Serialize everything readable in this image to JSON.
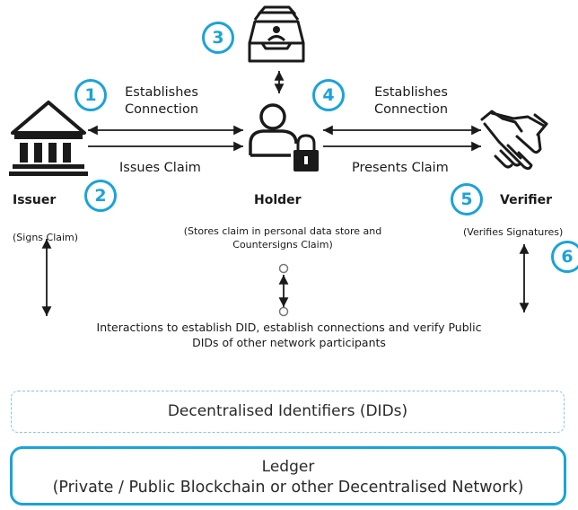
{
  "steps": [
    "1",
    "2",
    "3",
    "4",
    "5",
    "6"
  ],
  "arrows": {
    "establishes_left_1": "Establishes",
    "establishes_left_2": "Connection",
    "issues_claim": "Issues Claim",
    "establishes_right_1": "Establishes",
    "establishes_right_2": "Connection",
    "presents_claim": "Presents Claim"
  },
  "roles": {
    "issuer": "Issuer",
    "holder": "Holder",
    "verifier": "Verifier"
  },
  "notes": {
    "issuer": "(Signs Claim)",
    "holder_1": "(Stores claim in personal data store and",
    "holder_2": "Countersigns Claim)",
    "verifier": "(Verifies Signatures)"
  },
  "interactions": {
    "line1": "Interactions to establish DID, establish connections and verify Public",
    "line2": "DIDs of other network participants"
  },
  "dids_label": "Decentralised Identifiers (DIDs)",
  "ledger": {
    "title": "Ledger",
    "subtitle": "(Private / Public Blockchain or other Decentralised Network)"
  },
  "icons": {
    "issuer": "institution-icon",
    "holder": "person-lock-icon",
    "data_store": "inbox-tray-icon",
    "verifier": "handshake-icon"
  },
  "colors": {
    "accent": "#1aa3d9",
    "line": "#1a1a1a"
  }
}
